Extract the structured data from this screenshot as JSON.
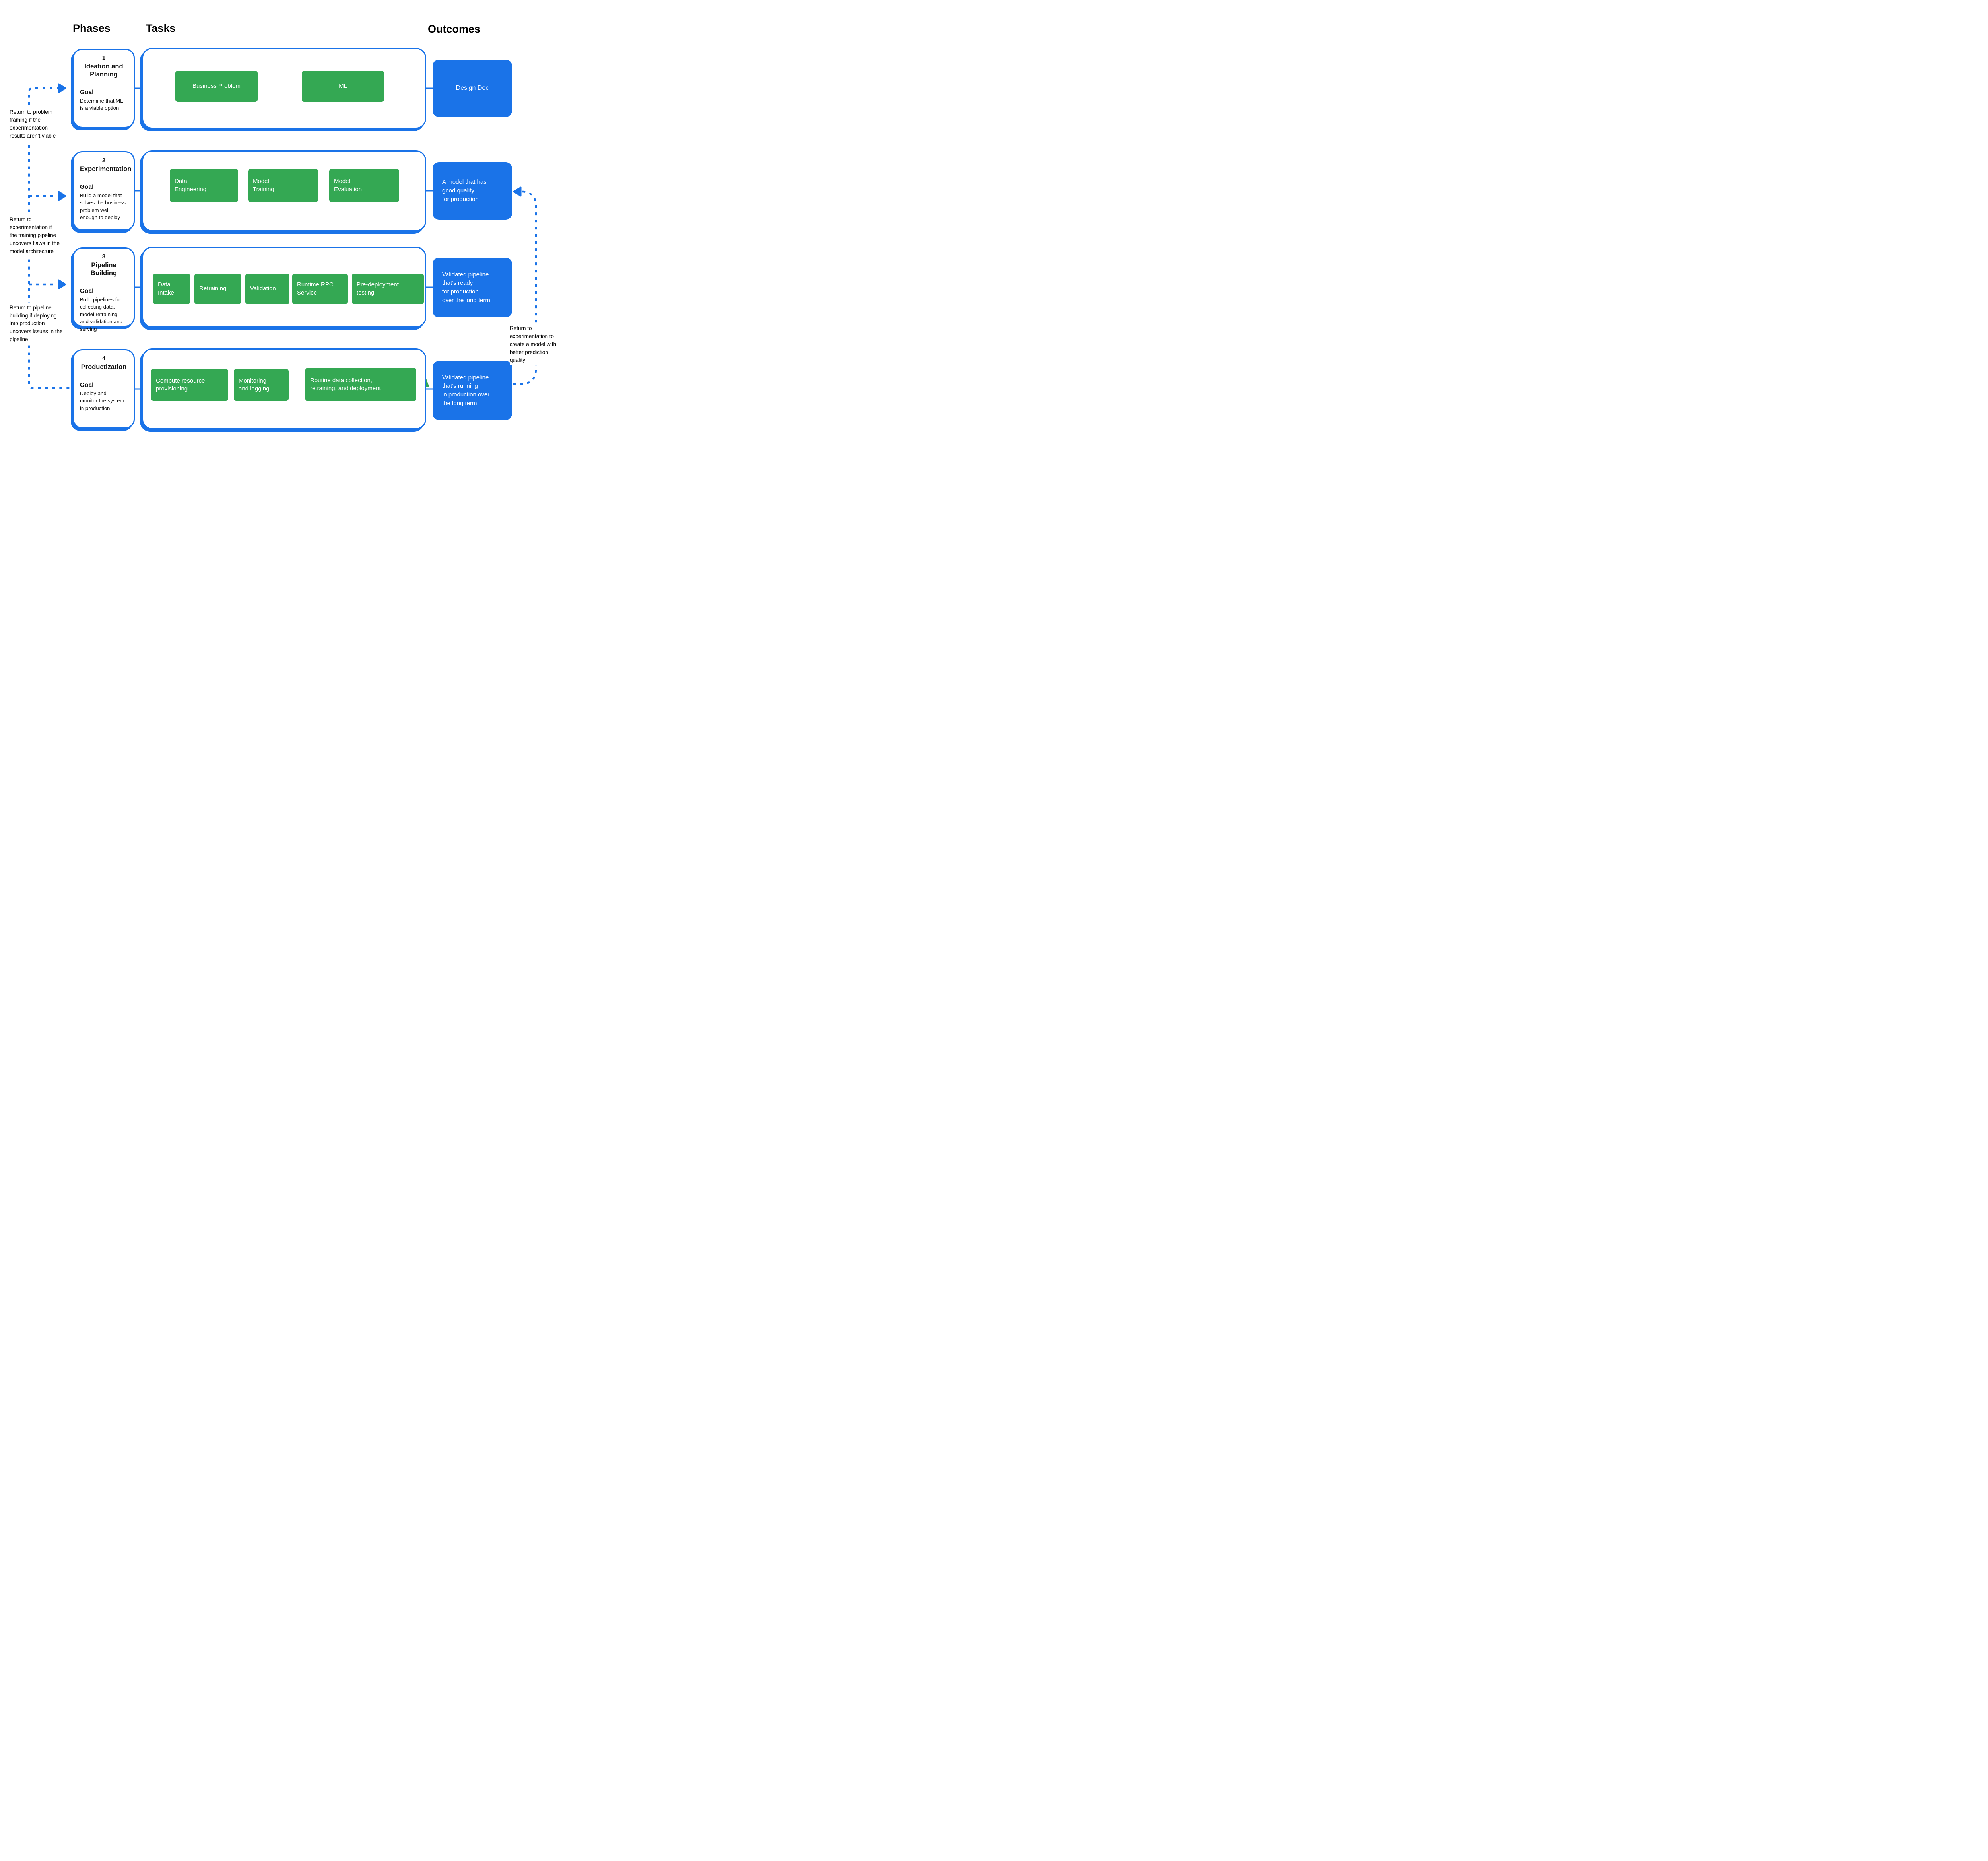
{
  "colors": {
    "blue": "#1a73e8",
    "green": "#34a853",
    "ink": "#111111"
  },
  "headers": {
    "phases": "Phases",
    "tasks": "Tasks",
    "outcomes": "Outcomes"
  },
  "phases": [
    {
      "number": "1",
      "title": "Ideation and\nPlanning",
      "goal_label": "Goal",
      "goal_text": "Determine that ML\nis a viable option",
      "tasks": [
        "Business Problem",
        "ML"
      ],
      "outcome": "Design Doc"
    },
    {
      "number": "2",
      "title": "Experimentation",
      "goal_label": "Goal",
      "goal_text": "Build a model that\nsolves the business\nproblem well\nenough to deploy",
      "tasks": [
        "Data\nEngineering",
        "Model\nTraining",
        "Model\nEvaluation"
      ],
      "outcome": "A model that has\ngood quality\nfor production"
    },
    {
      "number": "3",
      "title": "Pipeline Building",
      "goal_label": "Goal",
      "goal_text": "Build pipelines for\ncollecting data,\nmodel retraining\nand validation and\nserving",
      "tasks": [
        "Data\nIntake",
        "Retraining",
        "Validation",
        "Runtime RPC\nService",
        "Pre-deployment\ntesting"
      ],
      "outcome": "Validated pipeline\nthat’s ready\nfor production\nover the long term"
    },
    {
      "number": "4",
      "title": "Productization",
      "goal_label": "Goal",
      "goal_text": "Deploy and\nmonitor the system\nin production",
      "tasks": [
        "Compute resource\nprovisioning",
        "Monitoring\nand logging",
        "Routine data collection,\nretraining, and deployment"
      ],
      "outcome": "Validated pipeline\nthat’s running\nin production over\nthe long term"
    }
  ],
  "annotations": {
    "return_problem_framing": "Return to problem\nframing if the\nexperimentation\nresults aren’t viable",
    "return_experimentation_flaws": "Return to\nexperimentation if\nthe training pipeline\nuncovers flaws in the\nmodel architecture",
    "return_pipeline_building": "Return to pipeline\nbuilding if deploying\ninto production\nuncovers issues in the\npipeline",
    "return_experimentation_quality": "Return to\nexperimentation to\ncreate a model with\nbetter prediction\nquality"
  }
}
